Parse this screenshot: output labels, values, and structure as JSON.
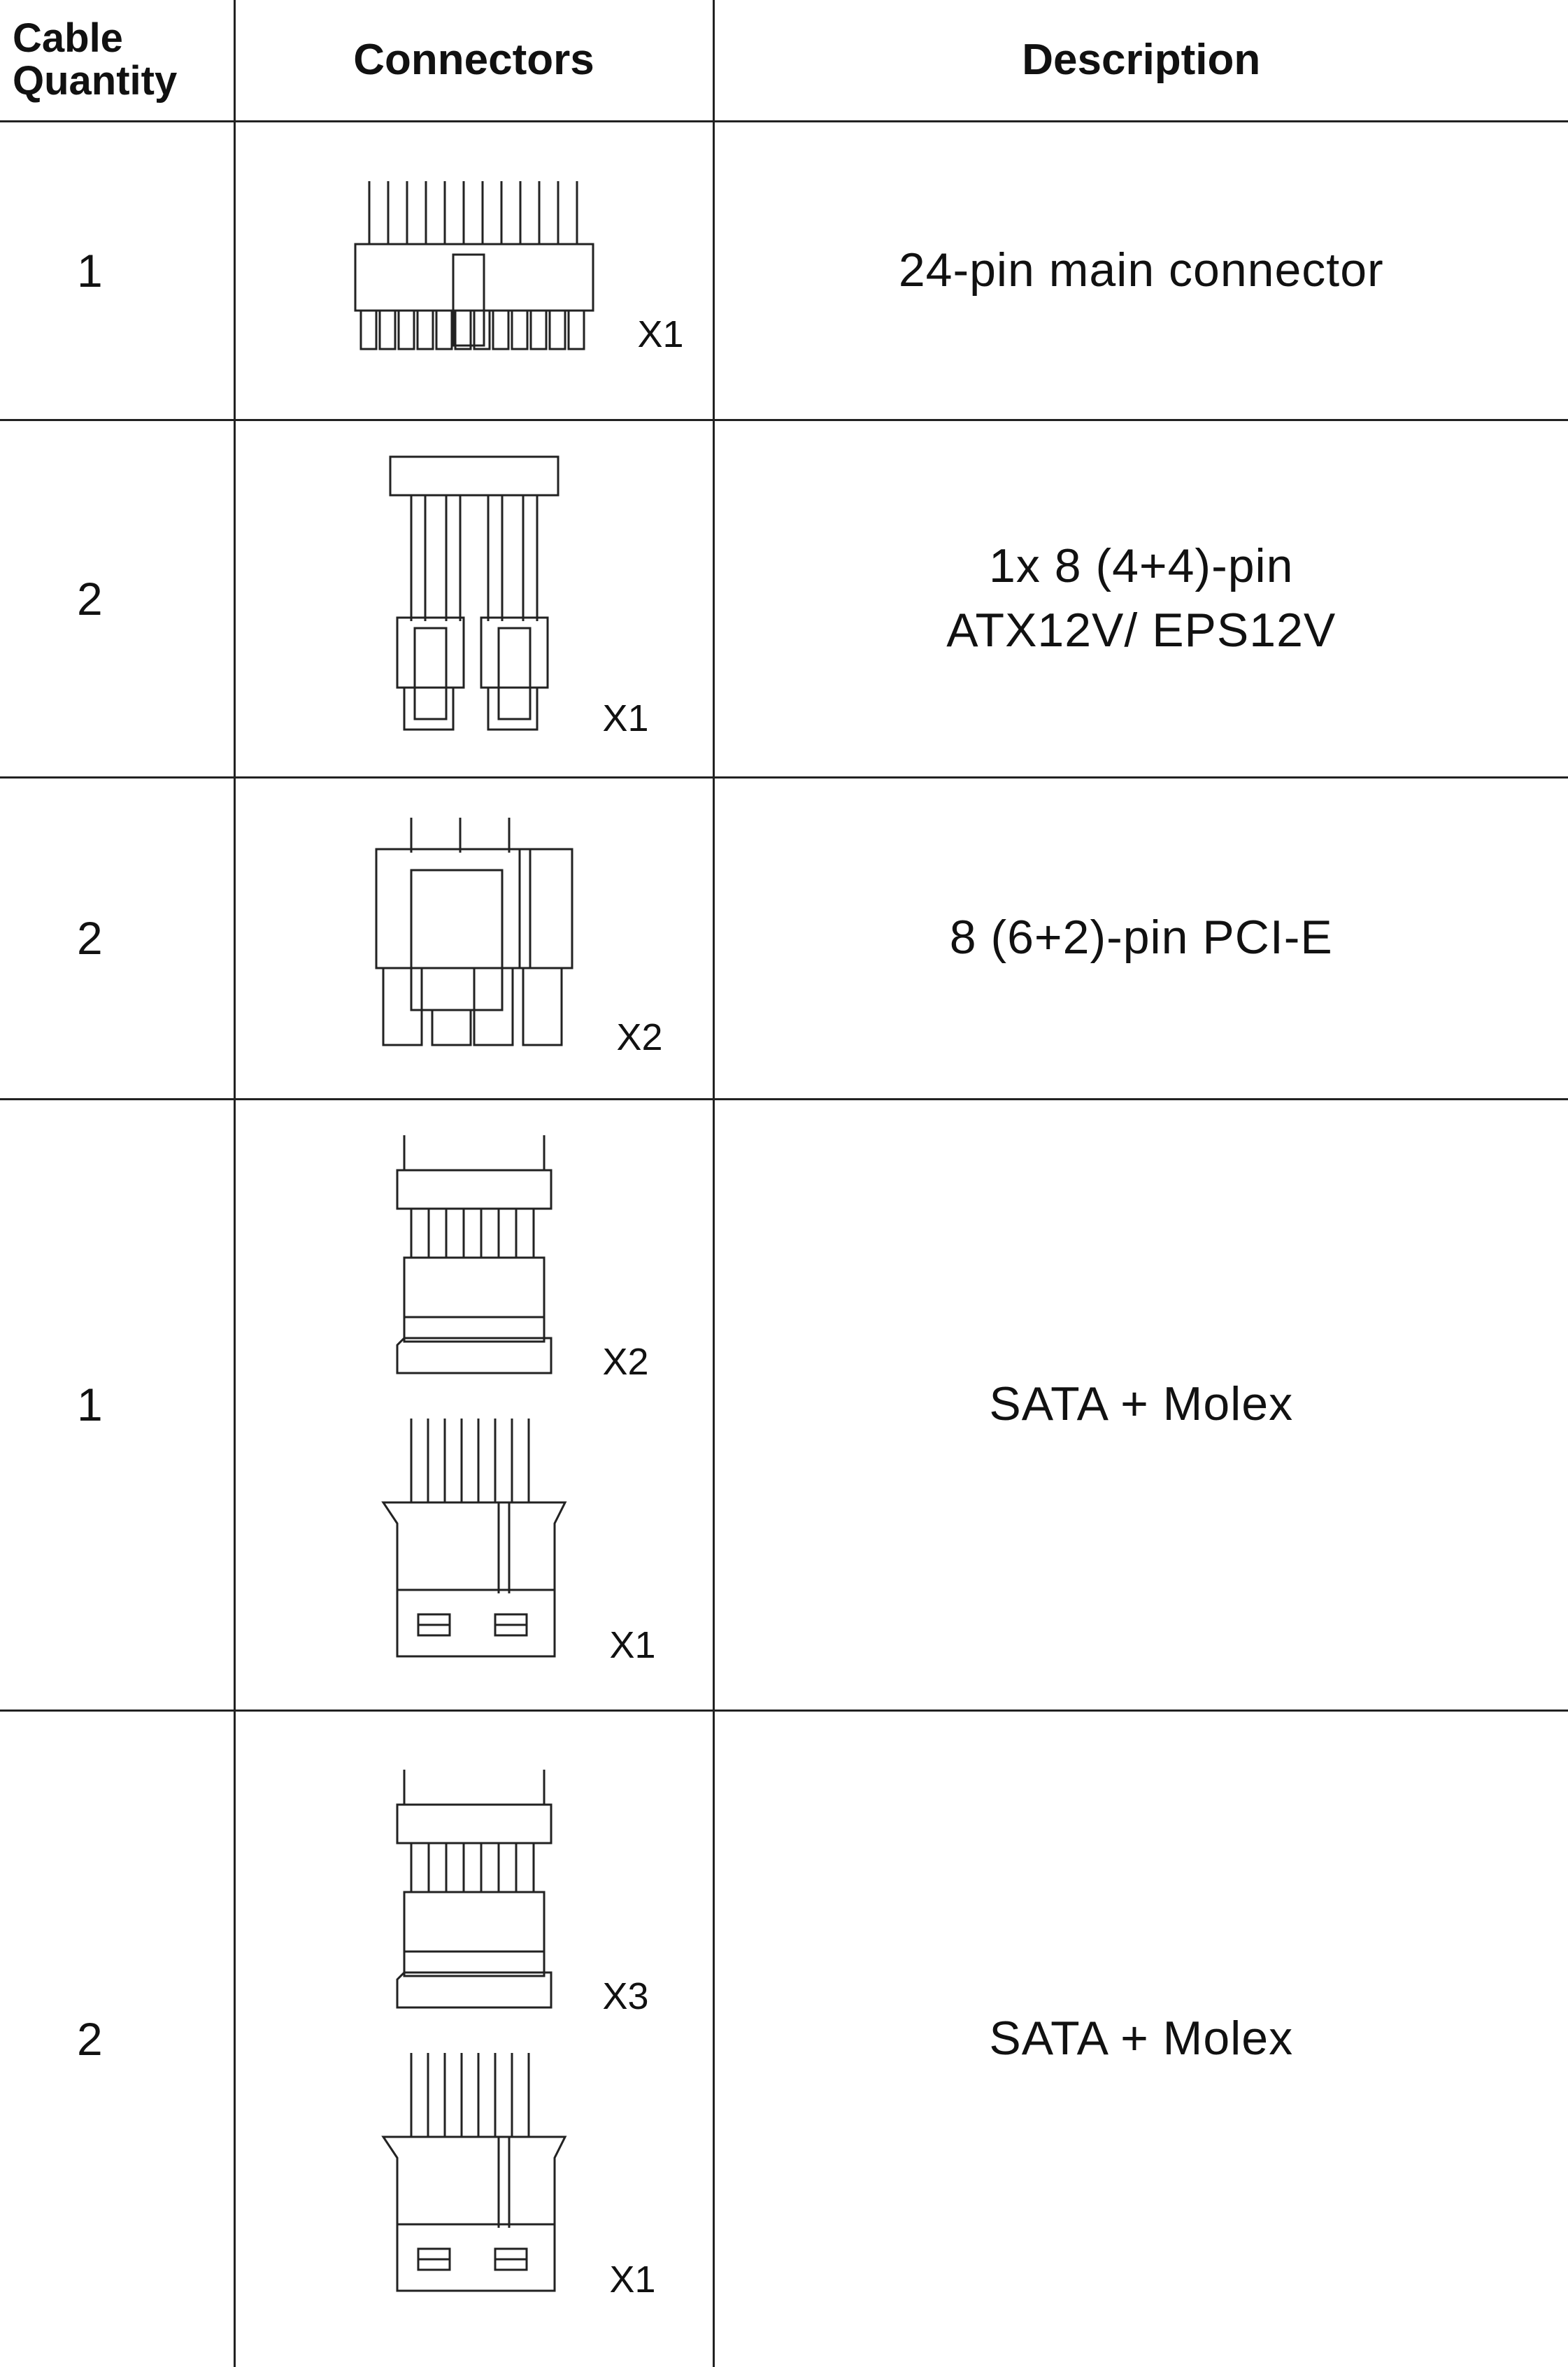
{
  "header": {
    "quantity": "Cable Quantity",
    "connectors": "Connectors",
    "description": "Description"
  },
  "rows": [
    {
      "quantity": "1",
      "connectors": [
        {
          "type": "24-pin-icon",
          "multiplier": "X1"
        }
      ],
      "description": "24-pin main connector"
    },
    {
      "quantity": "2",
      "connectors": [
        {
          "type": "eps-8pin-icon",
          "multiplier": "X1"
        }
      ],
      "description_line1": "1x 8 (4+4)-pin",
      "description_line2": "ATX12V/ EPS12V"
    },
    {
      "quantity": "2",
      "connectors": [
        {
          "type": "pcie-8pin-icon",
          "multiplier": "X2"
        }
      ],
      "description": "8 (6+2)-pin PCI-E"
    },
    {
      "quantity": "1",
      "connectors": [
        {
          "type": "sata-icon",
          "multiplier": "X2"
        },
        {
          "type": "molex-icon",
          "multiplier": "X1"
        }
      ],
      "description": "SATA + Molex"
    },
    {
      "quantity": "2",
      "connectors": [
        {
          "type": "sata-icon",
          "multiplier": "X3"
        },
        {
          "type": "molex-icon",
          "multiplier": "X1"
        }
      ],
      "description": "SATA + Molex"
    }
  ]
}
